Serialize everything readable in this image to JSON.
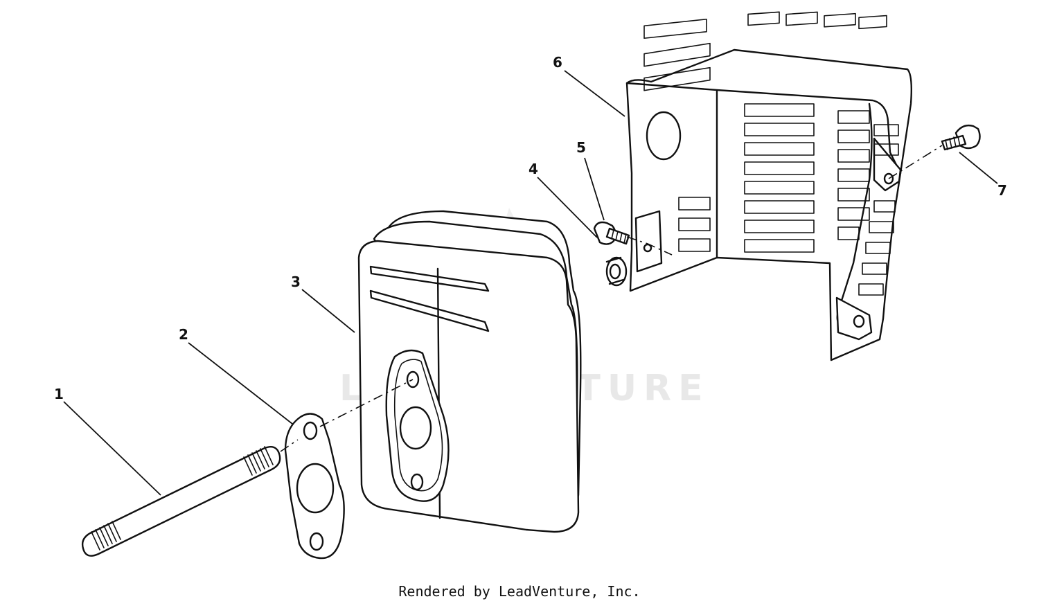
{
  "diagram": {
    "callouts": [
      {
        "id": "c1",
        "label": "1"
      },
      {
        "id": "c2",
        "label": "2"
      },
      {
        "id": "c3",
        "label": "3"
      },
      {
        "id": "c4",
        "label": "4"
      },
      {
        "id": "c5",
        "label": "5"
      },
      {
        "id": "c6",
        "label": "6"
      },
      {
        "id": "c7",
        "label": "7"
      }
    ],
    "watermark": "LEADVENTURE",
    "footer": "Rendered by LeadVenture, Inc."
  },
  "colors": {
    "line": "#111111",
    "background": "#ffffff",
    "watermark": "#e6e6e6"
  }
}
